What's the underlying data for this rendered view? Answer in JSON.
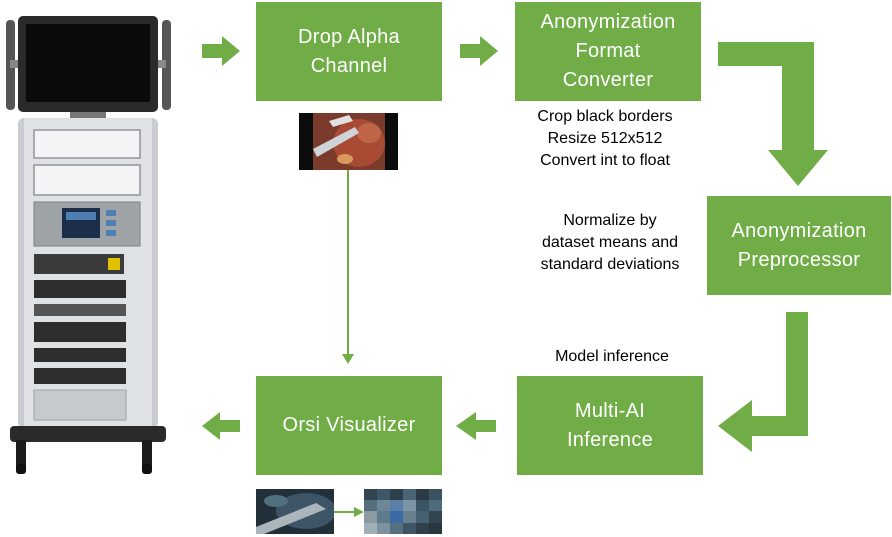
{
  "colors": {
    "accent": "#70ad47",
    "connector": "#70ad47",
    "text_on_box": "#ffffff"
  },
  "boxes": {
    "drop_alpha": {
      "line1": "Drop Alpha",
      "line2": "Channel"
    },
    "format_converter": {
      "line1": "Anonymization",
      "line2": "Format",
      "line3": "Converter"
    },
    "preprocessor": {
      "line1": "Anonymization",
      "line2": "Preprocessor"
    },
    "multi_ai": {
      "line1": "Multi-AI",
      "line2": "Inference"
    },
    "visualizer": {
      "line1": "Orsi Visualizer"
    }
  },
  "notes": {
    "converter_steps": [
      "Crop black borders",
      "Resize 512x512",
      "Convert int to float"
    ],
    "normalize": [
      "Normalize by",
      "dataset means and",
      "standard deviations"
    ],
    "model_inference": "Model inference"
  },
  "images": {
    "device": "medical-cart-tower",
    "surgical_frame": "surgical-video-frame",
    "output_original": "endoscopic-frame",
    "output_anonymized": "pixelated-endoscopic-frame"
  }
}
